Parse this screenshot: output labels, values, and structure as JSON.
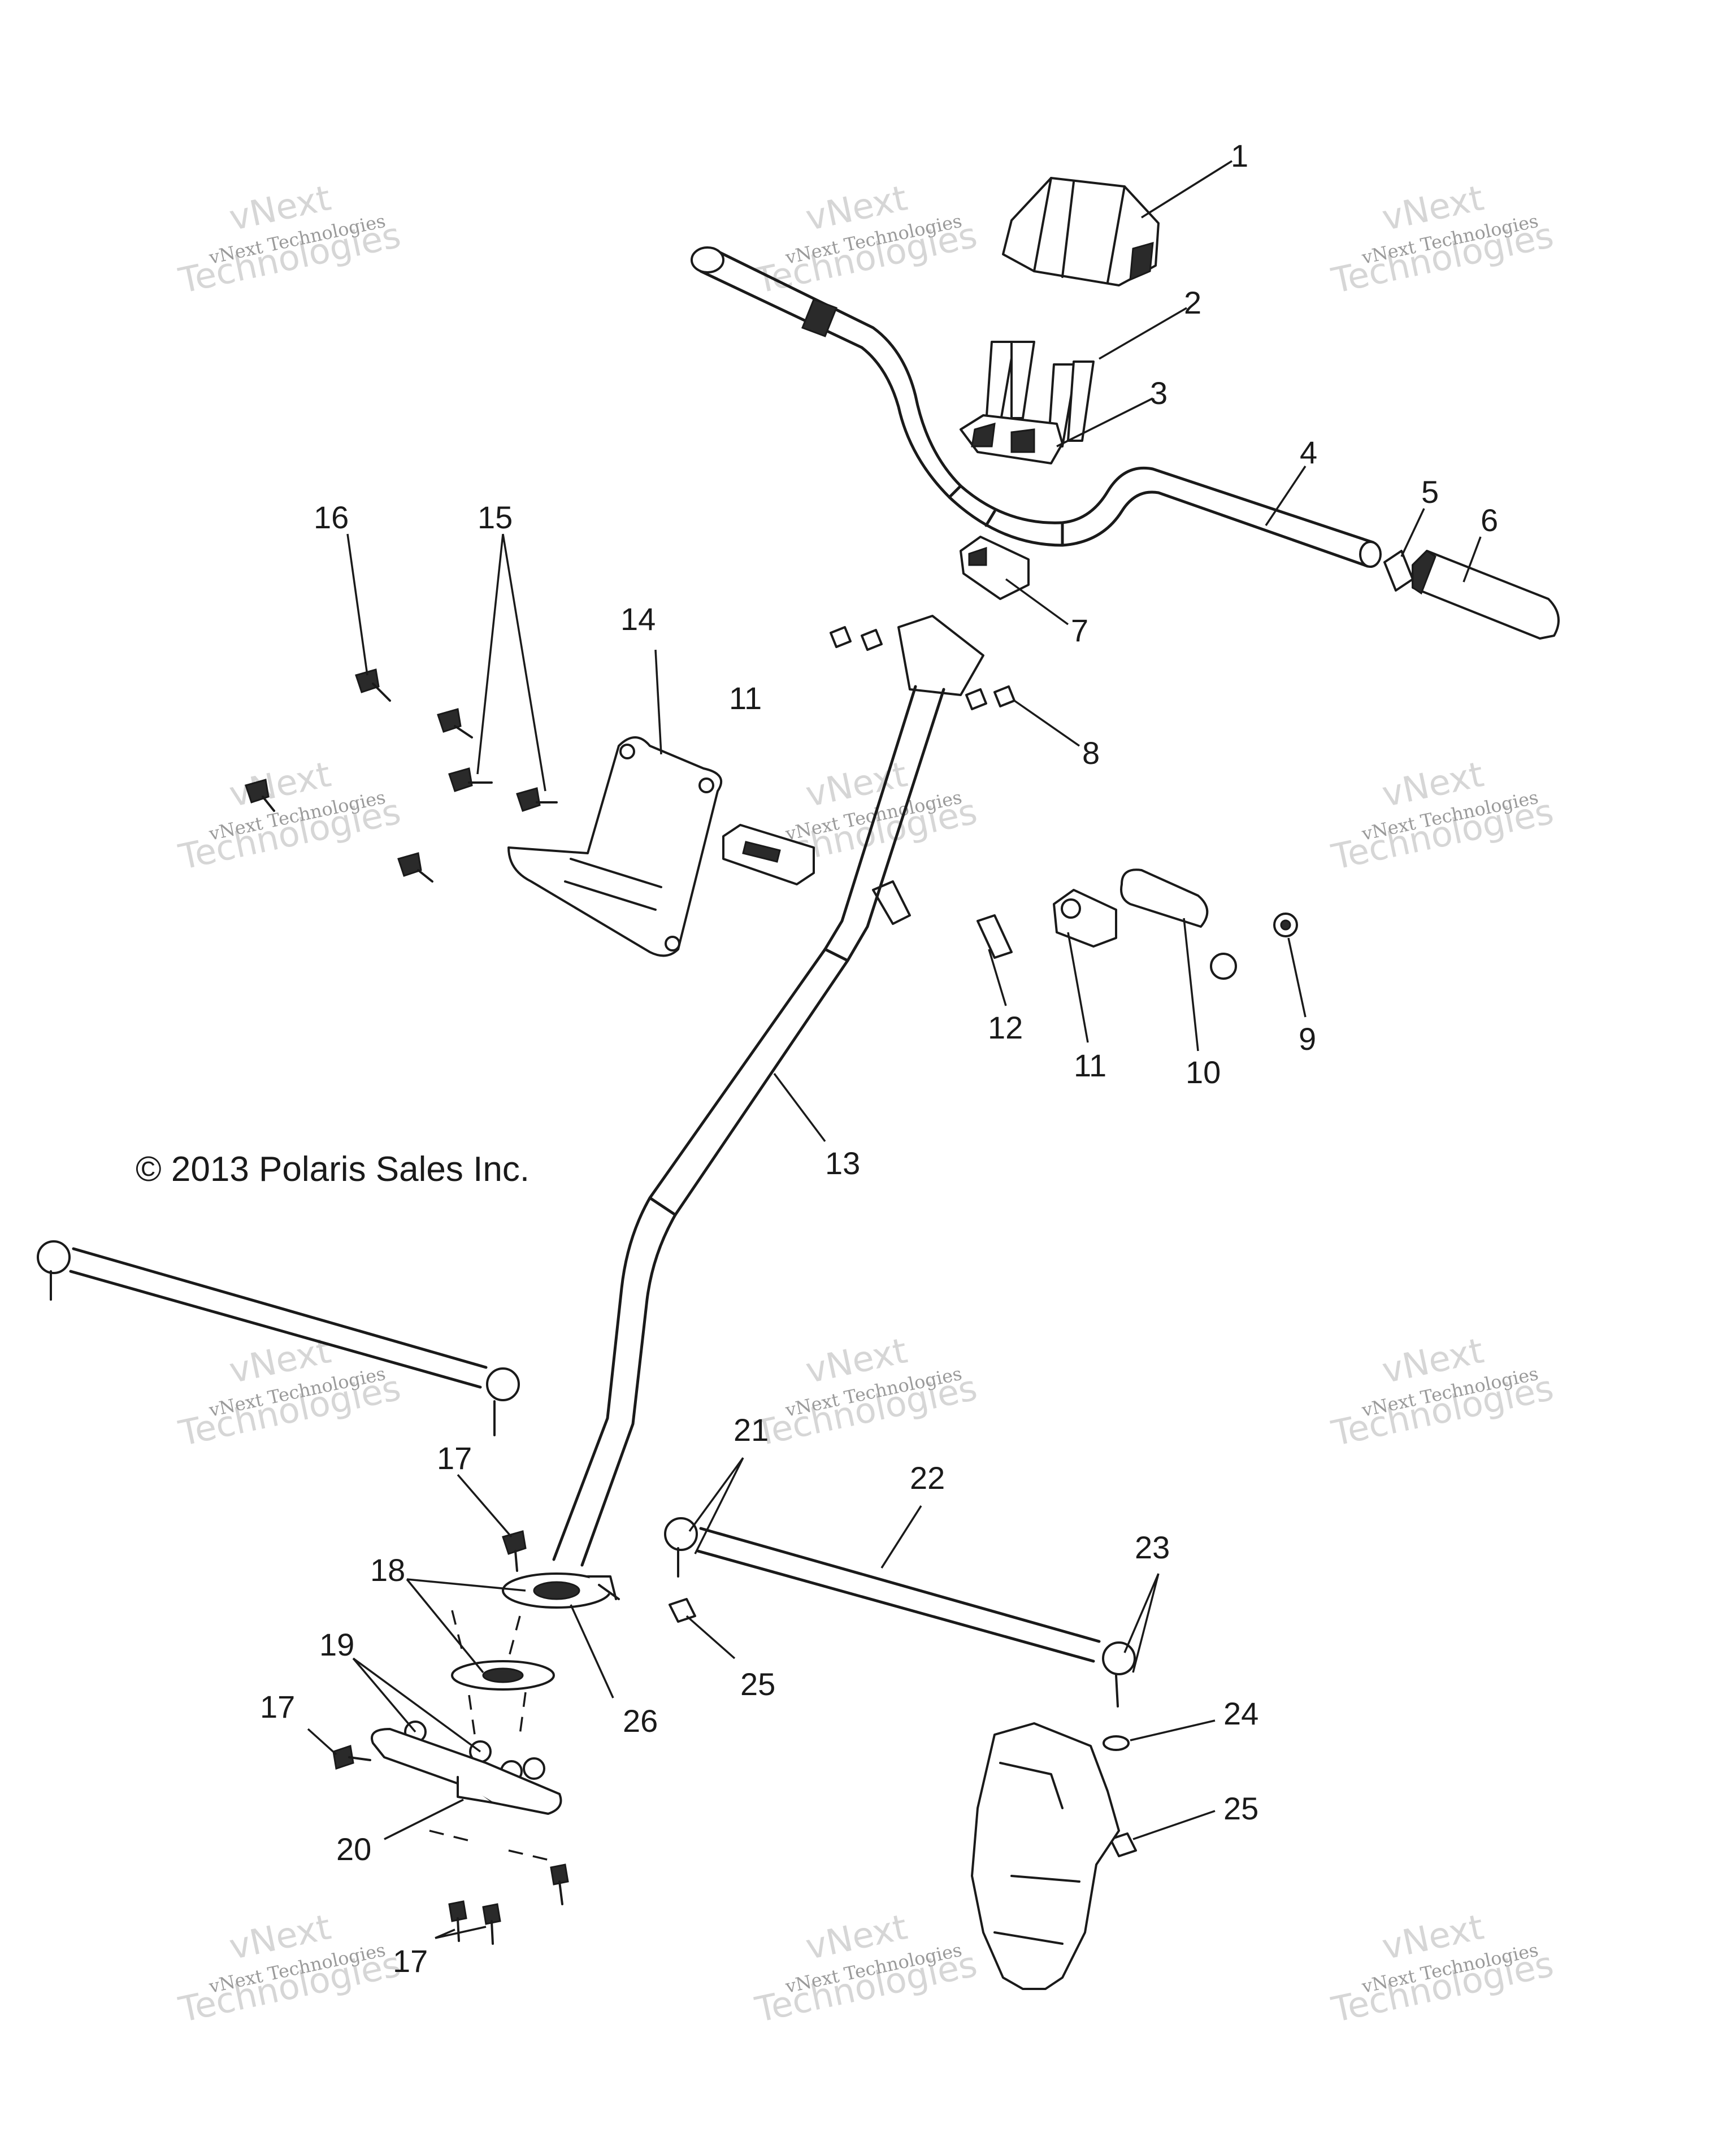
{
  "copyright": "© 2013 Polaris Sales Inc.",
  "watermark": {
    "small": "vNext Technologies",
    "big_top": "vNext",
    "big_bottom": "Technologies"
  },
  "callouts": {
    "c1": "1",
    "c2": "2",
    "c3": "3",
    "c4": "4",
    "c5": "5",
    "c6": "6",
    "c7": "7",
    "c8": "8",
    "c9": "9",
    "c10": "10",
    "c11a": "11",
    "c11b": "11",
    "c12": "12",
    "c13": "13",
    "c14": "14",
    "c15": "15",
    "c16": "16",
    "c17a": "17",
    "c17b": "17",
    "c17c": "17",
    "c18": "18",
    "c19": "19",
    "c20": "20",
    "c21": "21",
    "c22": "22",
    "c23": "23",
    "c24": "24",
    "c25a": "25",
    "c25b": "25",
    "c26": "26"
  },
  "colors": {
    "line": "#1a1a1a",
    "watermark": "#9a9a9a",
    "background": "#ffffff"
  }
}
